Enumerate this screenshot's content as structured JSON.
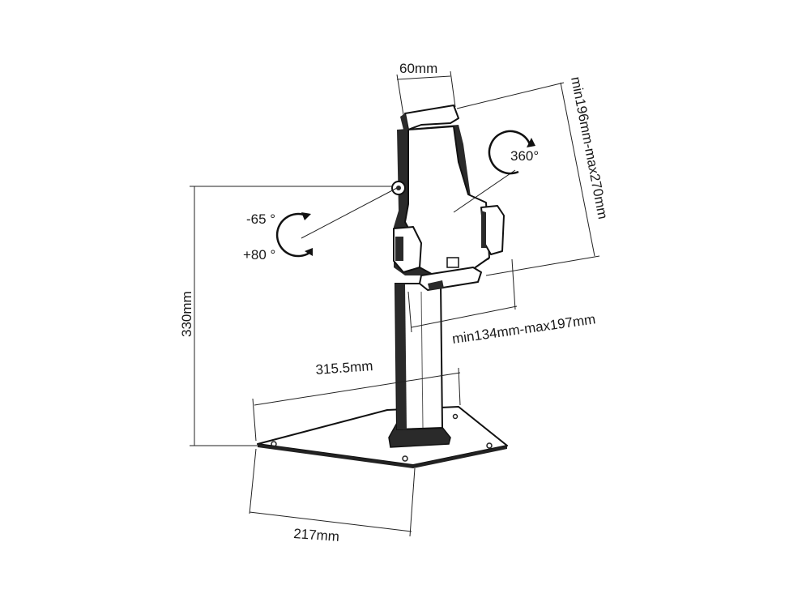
{
  "dimensions": {
    "width_top": "60mm",
    "height_range": "min196mm-max270mm",
    "rotation": "360°",
    "tilt_down": "-65 °",
    "tilt_up": "+80 °",
    "height_total": "330mm",
    "width_range": "min134mm-max197mm",
    "base_depth": "315.5mm",
    "base_width": "217mm"
  },
  "colors": {
    "line": "#222222",
    "fill_dark": "#2a2a2a",
    "fill_light": "#ffffff"
  }
}
